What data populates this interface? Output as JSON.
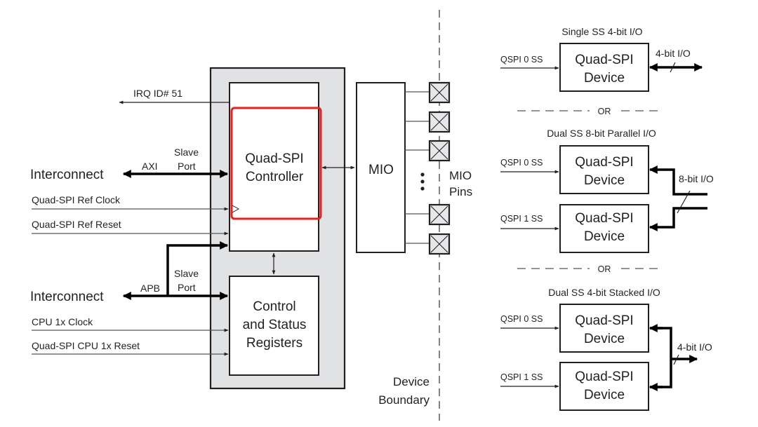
{
  "left": {
    "irq_label": "IRQ ID# 51",
    "axi": {
      "interconnect": "Interconnect",
      "bus": "AXI",
      "slave1": "Slave",
      "slave2": "Port"
    },
    "apb": {
      "interconnect": "Interconnect",
      "bus": "APB",
      "slave1": "Slave",
      "slave2": "Port"
    },
    "signals": {
      "ref_clock": "Quad-SPI Ref Clock",
      "ref_reset": "Quad-SPI Ref Reset",
      "cpu_clock": "CPU 1x Clock",
      "cpu_reset": "Quad-SPI CPU 1x Reset"
    }
  },
  "core": {
    "controller": [
      "Quad-SPI",
      "Controller"
    ],
    "registers": [
      "Control",
      "and Status",
      "Registers"
    ],
    "highlight_color": "#ee1c1c"
  },
  "mio": {
    "block": "MIO",
    "pins": [
      "MIO",
      "Pins"
    ],
    "ellipsis": "⋮",
    "boundary": [
      "Device",
      "Boundary"
    ]
  },
  "configs": {
    "single": {
      "title": "Single SS 4-bit I/O",
      "ss0": "QSPI 0 SS",
      "device": [
        "Quad-SPI",
        "Device"
      ],
      "io": "4-bit I/O"
    },
    "or_label": "OR",
    "parallel": {
      "title": "Dual SS 8-bit Parallel I/O",
      "ss0": "QSPI 0 SS",
      "ss1": "QSPI 1 SS",
      "device": [
        "Quad-SPI",
        "Device"
      ],
      "io": "8-bit I/O"
    },
    "stacked": {
      "title": "Dual SS 4-bit Stacked I/O",
      "ss0": "QSPI 0 SS",
      "ss1": "QSPI 1 SS",
      "device": [
        "Quad-SPI",
        "Device"
      ],
      "io": "4-bit I/O"
    }
  }
}
